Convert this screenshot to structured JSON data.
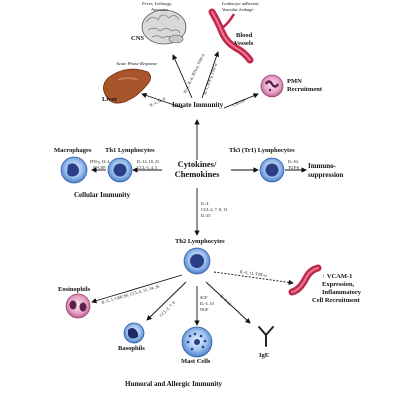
{
  "center": {
    "line1": "Cytokines/",
    "line2": "Chemokines"
  },
  "innate": {
    "title": "Innate Immunity",
    "cns": {
      "label": "CNS",
      "caption_l1": "Fever, Lethargy,",
      "caption_l2": "Anorexia",
      "cytokines": "IL-1, IL-6, IFN-α, TNF-α"
    },
    "vessels": {
      "label_l1": "Blood",
      "label_l2": "Vessels",
      "caption_l1": "Leukocyte adhesion,",
      "caption_l2": "Vascular leakage",
      "cytokines": "IL-1, IFN-γ, TNF-α"
    },
    "liver": {
      "label": "Liver",
      "caption": "Acute Phase Response",
      "cytokines": "IL-1, IL-6"
    },
    "pmn": {
      "label_l1": "PMN",
      "label_l2": "Recruitment",
      "cytokines": "CXCL8"
    }
  },
  "cellular": {
    "th1": "Th1 Lymphocytes",
    "th1_cytokines_l1": "IL-12, 18, 23",
    "th1_cytokines_l2": "CCL-3, 4, 5",
    "macrophages": "Macrophages",
    "mac_cytokines_l1": "IFN-γ, IL-2,",
    "mac_cytokines_l2": "M-CSF",
    "title": "Cellular Immunity"
  },
  "suppression": {
    "th3": "Th3 (Tr1) Lymphocytes",
    "cytokines_l1": "IL-10,",
    "cytokines_l2": "TGF-β",
    "label_l1": "Immuno-",
    "label_l2": "suppression"
  },
  "th2": {
    "label": "Th2 Lymphocytes",
    "cytokines_l1": "IL-4",
    "cytokines_l2": "CCL-2, 7, 8, 13",
    "cytokines_l3": "IL-25",
    "eosinophils": "Eosinophils",
    "eos_cytokines": "IL-5, 3, GMCSF, CCL-5, 11, 24, 26",
    "basophils": "Basophils",
    "baso_cytokines": "CCL-2, 7, 8",
    "mast_cells": "Mast Cells",
    "mast_cytokines_l1": "SCF",
    "mast_cytokines_l2": "IL-3, 10",
    "mast_cytokines_l3": "NGF",
    "ige": "IgE",
    "ige_cytokines": "IL-4, 13",
    "vcam_cytokines": "IL-5, 13, TNF-α",
    "vcam_l1": "↑ VCAM-1",
    "vcam_l2": "Expression,",
    "vcam_l3": "Inflammatory",
    "vcam_l4": "Cell Recruitment",
    "title": "Humoral and Allergic Immunity"
  },
  "colors": {
    "cell_blue": "#5b8fd6",
    "nucleus": "#2a3f86",
    "vessel": "#c2264a",
    "liver": "#a8552c",
    "eos": "#c65a8e"
  }
}
